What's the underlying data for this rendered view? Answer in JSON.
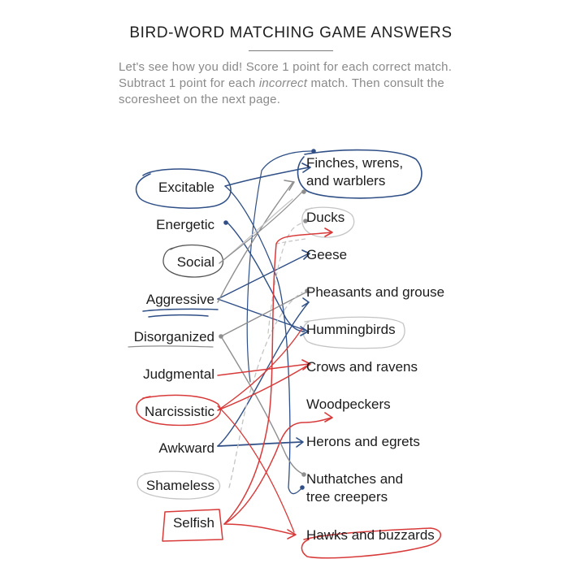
{
  "header": {
    "title": "BIRD-WORD MATCHING GAME ANSWERS",
    "intro_1": "Let's see how you did! Score 1 point for each correct match. Subtract 1 point for each ",
    "intro_em": "incorrect",
    "intro_2": " match. Then consult the scoresheet on the next page."
  },
  "words": [
    "Excitable",
    "Energetic",
    "Social",
    "Aggressive",
    "Disorganized",
    "Judgmental",
    "Narcissistic",
    "Awkward",
    "Shameless",
    "Selfish"
  ],
  "birds": [
    {
      "line1": "Finches, wrens,",
      "line2": "and warblers"
    },
    {
      "line1": "Ducks"
    },
    {
      "line1": "Geese"
    },
    {
      "line1": "Pheasants and grouse"
    },
    {
      "line1": "Hummingbirds"
    },
    {
      "line1": "Crows and ravens"
    },
    {
      "line1": "Woodpeckers"
    },
    {
      "line1": "Herons and egrets"
    },
    {
      "line1": "Nuthatches and",
      "line2": "tree creepers"
    },
    {
      "line1": "Hawks and buzzards"
    }
  ],
  "colors": {
    "blue": "#2f4f86",
    "red": "#d83a3a",
    "gray": "#8e8e8e",
    "light": "#c4c4c4"
  }
}
